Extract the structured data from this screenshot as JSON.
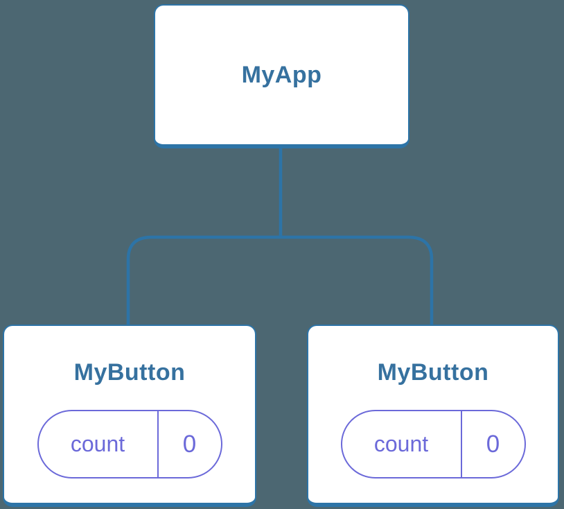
{
  "colors": {
    "background": "#4c6772",
    "box_fill": "#ffffff",
    "stroke_blue": "#2d74a7",
    "label_blue": "#36719f",
    "accent_purple": "#6b69d9"
  },
  "tree": {
    "root": {
      "label": "MyApp"
    },
    "children": [
      {
        "label": "MyButton",
        "state": {
          "key": "count",
          "value": "0"
        }
      },
      {
        "label": "MyButton",
        "state": {
          "key": "count",
          "value": "0"
        }
      }
    ]
  }
}
